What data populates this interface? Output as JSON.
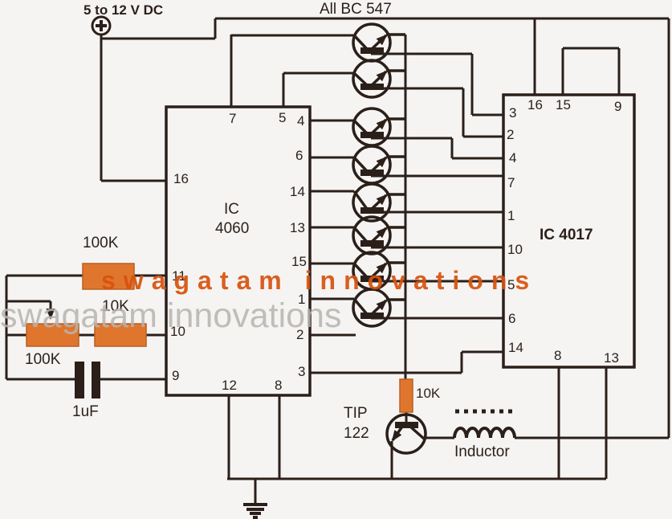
{
  "power": {
    "label": "5 to 12 V DC"
  },
  "transistor_group": {
    "label": "All BC 547"
  },
  "ic4060": {
    "name_line1": "IC",
    "name_line2": "4060",
    "pins_top": [
      "7",
      "5"
    ],
    "pins_left": [
      "16",
      "11",
      "10",
      "9"
    ],
    "pins_right": [
      "4",
      "6",
      "14",
      "13",
      "15",
      "1",
      "2",
      "3"
    ],
    "pins_bottom": [
      "12",
      "8"
    ]
  },
  "ic4017": {
    "name": "IC 4017",
    "pins_top": [
      "16",
      "15",
      "9"
    ],
    "pins_left": [
      "3",
      "2",
      "4",
      "7",
      "1",
      "10",
      "5",
      "6",
      "14"
    ],
    "pins_bottom": [
      "8",
      "13"
    ]
  },
  "components": {
    "r_timing_top": "100K",
    "r_timing_mid": "10K",
    "pot": "100K",
    "cap": "1uF",
    "r_base": "10K",
    "power_transistor_line1": "TIP",
    "power_transistor_line2": "122",
    "inductor_label": "Inductor"
  },
  "watermarks": {
    "orange": "swagatam innovations",
    "gray": "swagatam innovations"
  },
  "colors": {
    "background": "#f5f4f2",
    "wire": "#2b1f1a",
    "resistor_fill": "#e0762e",
    "watermark_orange": "#d8520d",
    "watermark_gray": "#b7b4b0"
  }
}
